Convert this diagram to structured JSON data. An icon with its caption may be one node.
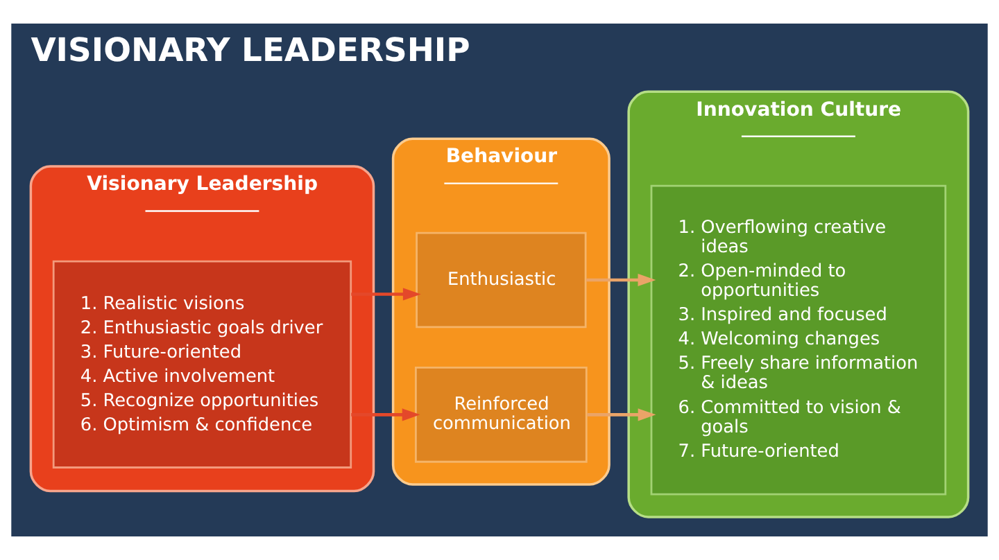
{
  "diagram": {
    "title": "VISIONARY LEADERSHIP",
    "nodes": [
      {
        "text": [
          "Visionary Leadership"
        ]
      },
      {
        "text": [
          "1. Realistic visions",
          "2. Enthusiastic goals driver",
          "3. Future-oriented",
          "4. Active involvement",
          "5. Recognize opportunities",
          "6. Optimism & confidence"
        ],
        "in": 0
      },
      {
        "text": [
          "Behaviour"
        ]
      },
      {
        "text": [
          "Enthusiastic"
        ],
        "in": 2
      },
      {
        "text": [
          "Reinforced communication"
        ],
        "in": 2
      },
      {
        "text": [
          "Innovation Culture"
        ]
      },
      {
        "text": [
          "1. Overflowing creative ideas",
          "2. Open-minded to opportunities",
          "3. Inspired and focused",
          "4. Welcoming changes",
          "5. Freely share information & ideas",
          "6. Committed to vision & goals",
          "7. Future-oriented"
        ],
        "in": 5
      }
    ],
    "edges": [
      {
        "from": 1,
        "to": 3,
        "arrow": "to",
        "color": "#e4482a"
      },
      {
        "from": 1,
        "to": 4,
        "arrow": "to",
        "color": "#e4482a"
      },
      {
        "from": 3,
        "to": 6,
        "arrow": "to",
        "color": "#eaa468"
      },
      {
        "from": 4,
        "to": 6,
        "arrow": "to",
        "color": "#eaa468"
      }
    ]
  }
}
